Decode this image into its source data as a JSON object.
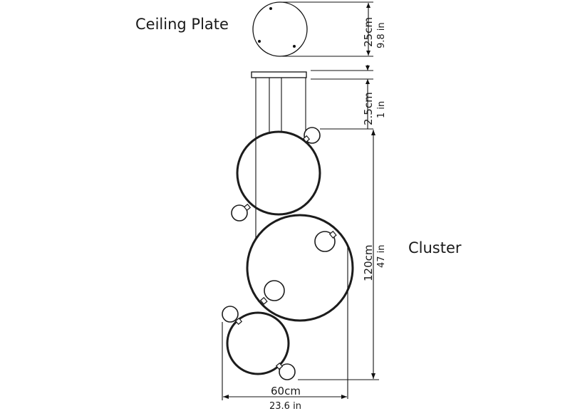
{
  "labels": {
    "ceiling_plate": "Ceiling Plate",
    "cluster": "Cluster"
  },
  "dimensions": {
    "plate_diameter": {
      "metric": "25cm",
      "imperial": "9.8 in"
    },
    "plate_thickness": {
      "metric": "2.5cm",
      "imperial": "1 in"
    },
    "cluster_height": {
      "metric": "120cm",
      "imperial": "47 in"
    },
    "cluster_width": {
      "metric": "60cm",
      "imperial": "23.6 in"
    }
  },
  "colors": {
    "line": "#111111",
    "background": "#ffffff"
  }
}
